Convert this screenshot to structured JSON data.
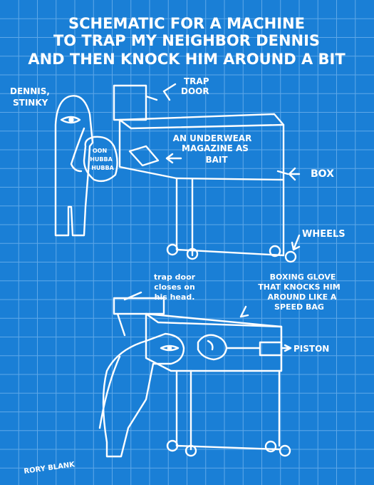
{
  "title": {
    "line1": "SCHEMATIC FOR A MACHINE",
    "line2": "TO TRAP MY NEIGHBOR DENNIS",
    "line3": "AND THEN KNOCK HIM AROUND A BIT"
  },
  "labels": {
    "dennis_line1": "DENNIS,",
    "dennis_line2": "STINKY",
    "speech_line1": "OON",
    "speech_line2": "HUBBA",
    "speech_line3": "HUBBA",
    "trap_door_line1": "TRAP",
    "trap_door_line2": "DOOR",
    "bait_line1": "AN UNDERWEAR",
    "bait_line2": "MAGAZINE AS",
    "bait_line3": "BAIT",
    "box": "BOX",
    "wheels": "WHEELS",
    "closes_line1": "trap door",
    "closes_line2": "closes on",
    "closes_line3": "his head.",
    "glove_line1": "BOXING GLOVE",
    "glove_line2": "THAT KNOCKS HIM",
    "glove_line3": "AROUND LIKE A",
    "glove_line4": "SPEED BAG",
    "piston": "PISTON",
    "signature": "RORY BLANK"
  },
  "colors": {
    "background": "#1a7fd6",
    "grid": "#5fa8e8",
    "ink": "#ffffff"
  }
}
